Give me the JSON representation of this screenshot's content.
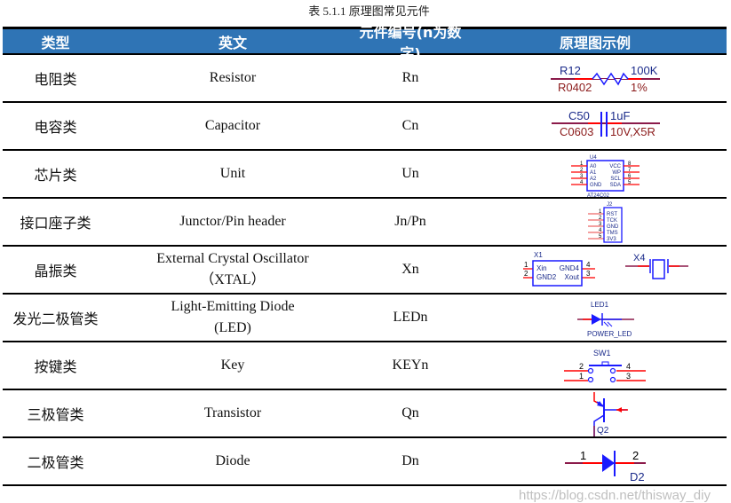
{
  "caption": "表  5.1.1  原理图常见元件",
  "header": {
    "type": "类型",
    "english": "英文",
    "designator": "元件编号(n为数字)",
    "example": "原理图示例"
  },
  "rows": [
    {
      "type": "电阻类",
      "english": "Resistor",
      "designator": "Rn"
    },
    {
      "type": "电容类",
      "english": "Capacitor",
      "designator": "Cn"
    },
    {
      "type": "芯片类",
      "english": "Unit",
      "designator": "Un"
    },
    {
      "type": "接口座子类",
      "english": "Junctor/Pin header",
      "designator": "Jn/Pn"
    },
    {
      "type": "晶振类",
      "english": "External Crystal Oscillator",
      "english2": "（XTAL）",
      "designator": "Xn"
    },
    {
      "type": "发光二极管类",
      "english": "Light-Emitting Diode",
      "english2": "(LED)",
      "designator": "LEDn"
    },
    {
      "type": "按键类",
      "english": "Key",
      "designator": "KEYn"
    },
    {
      "type": "三极管类",
      "english": "Transistor",
      "designator": "Qn"
    },
    {
      "type": "二极管类",
      "english": "Diode",
      "designator": "Dn"
    }
  ],
  "symbols": {
    "resistor": {
      "ref": "R12",
      "value": "100K",
      "footprint": "R0402",
      "tolerance": "1%"
    },
    "capacitor": {
      "ref": "C50",
      "value": "1uF",
      "footprint": "C0603",
      "rating": "10V,X5R"
    },
    "chip": {
      "ref": "U4",
      "part": "AT24C02",
      "left_pins": [
        "A0",
        "A1",
        "A2",
        "GND"
      ],
      "left_nums": [
        "1",
        "2",
        "3",
        "4"
      ],
      "right_pins": [
        "VCC",
        "WP",
        "SCL",
        "SDA"
      ],
      "right_nums": [
        "8",
        "7",
        "6",
        "5"
      ]
    },
    "header": {
      "ref": "J2",
      "pins": [
        "RST",
        "TCK",
        "GND",
        "TMS",
        "3V3"
      ],
      "nums": [
        "1",
        "2",
        "3",
        "4",
        "5"
      ]
    },
    "crystal": {
      "ref": "X1",
      "pins": [
        "Xin",
        "GND4",
        "GND2",
        "Xout"
      ],
      "nums": [
        "1",
        "2",
        "4",
        "3"
      ],
      "ref2": "X4"
    },
    "led": {
      "ref": "LED1",
      "name": "POWER_LED"
    },
    "switch": {
      "ref": "SW1",
      "nums": [
        "2",
        "1",
        "4",
        "3"
      ]
    },
    "transistor": {
      "ref": "Q2"
    },
    "diode": {
      "ref": "D2",
      "nums": [
        "1",
        "2"
      ]
    }
  },
  "colors": {
    "header_bg": "#2f74b5",
    "symbol_blue": "#1a1aff",
    "wire_red": "#ff0000",
    "label_darkred": "#8b1a1a"
  },
  "watermark": "https://blog.csdn.net/thisway_diy"
}
